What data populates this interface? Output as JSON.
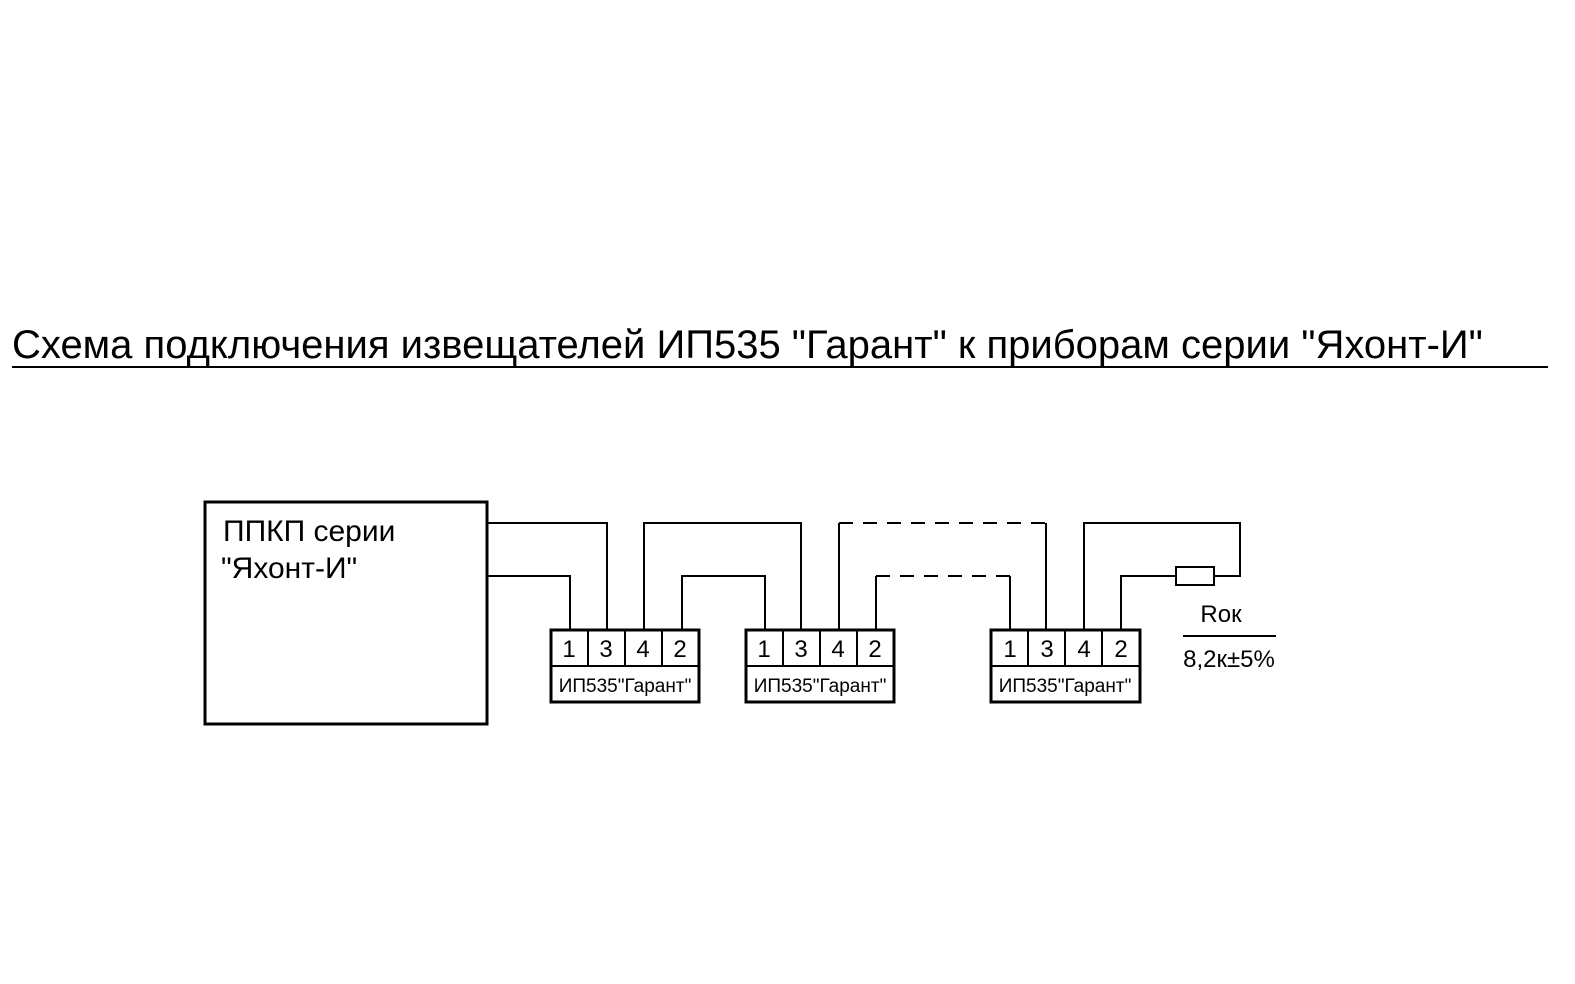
{
  "title": "Схема подключения извещателей ИП535 \"Гарант\" к приборам серии \"Яхонт-И\"",
  "panel": {
    "line1": "ППКП серии",
    "line2": "\"Яхонт-И\""
  },
  "detectors": [
    {
      "terminals": [
        "1",
        "3",
        "4",
        "2"
      ],
      "name": "ИП535\"Гарант\""
    },
    {
      "terminals": [
        "1",
        "3",
        "4",
        "2"
      ],
      "name": "ИП535\"Гарант\""
    },
    {
      "terminals": [
        "1",
        "3",
        "4",
        "2"
      ],
      "name": "ИП535\"Гарант\""
    }
  ],
  "resistor": {
    "label": "Rок",
    "value": "8,2к±5%"
  }
}
